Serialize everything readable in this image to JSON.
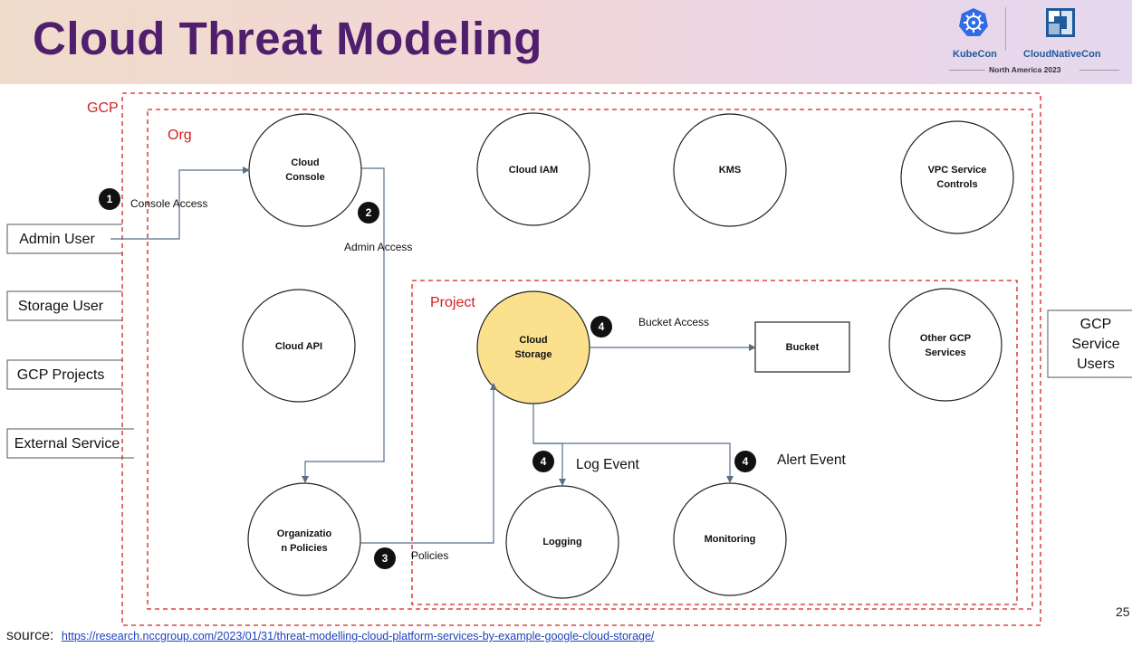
{
  "title": "Cloud Threat Modeling",
  "logo": {
    "left_name": "KubeCon",
    "right_name": "CloudNativeCon",
    "event": "North America 2023",
    "colors": {
      "kubecon": "#326ce5",
      "cncf": "#1f5a9a"
    }
  },
  "regions": {
    "gcp": "GCP",
    "org": "Org",
    "project": "Project"
  },
  "actors": {
    "admin_user": "Admin User",
    "storage_user": "Storage User",
    "gcp_projects": "GCP Projects",
    "external_service": "External Service",
    "gcp_service_users": [
      "GCP",
      "Service",
      "Users"
    ]
  },
  "nodes": {
    "cloud_console": [
      "Cloud",
      "Console"
    ],
    "cloud_iam": "Cloud IAM",
    "kms": "KMS",
    "vpc_service_controls": [
      "VPC Service",
      "Controls"
    ],
    "cloud_api": "Cloud API",
    "cloud_storage": [
      "Cloud",
      "Storage"
    ],
    "bucket": "Bucket",
    "other_gcp_services": [
      "Other GCP",
      "Services"
    ],
    "organization_policies": [
      "Organizatio",
      "n Policies"
    ],
    "logging": "Logging",
    "monitoring": "Monitoring"
  },
  "edges": {
    "console_access": "Console Access",
    "admin_access": "Admin Access",
    "policies": "Policies",
    "bucket_access": "Bucket Access",
    "log_event": "Log Event",
    "alert_event": "Alert Event"
  },
  "steps": {
    "s1": "1",
    "s2": "2",
    "s3": "3",
    "s4a": "4",
    "s4b": "4",
    "s4c": "4"
  },
  "colors": {
    "title": "#4f1f6e",
    "region_border": "#d42020",
    "highlight_fill": "#fbe08e",
    "arrow": "#5a6f86"
  },
  "footer": {
    "source_label": "source:",
    "source_url": "https://research.nccgroup.com/2023/01/31/threat-modelling-cloud-platform-services-by-example-google-cloud-storage/",
    "page_number": "25"
  }
}
